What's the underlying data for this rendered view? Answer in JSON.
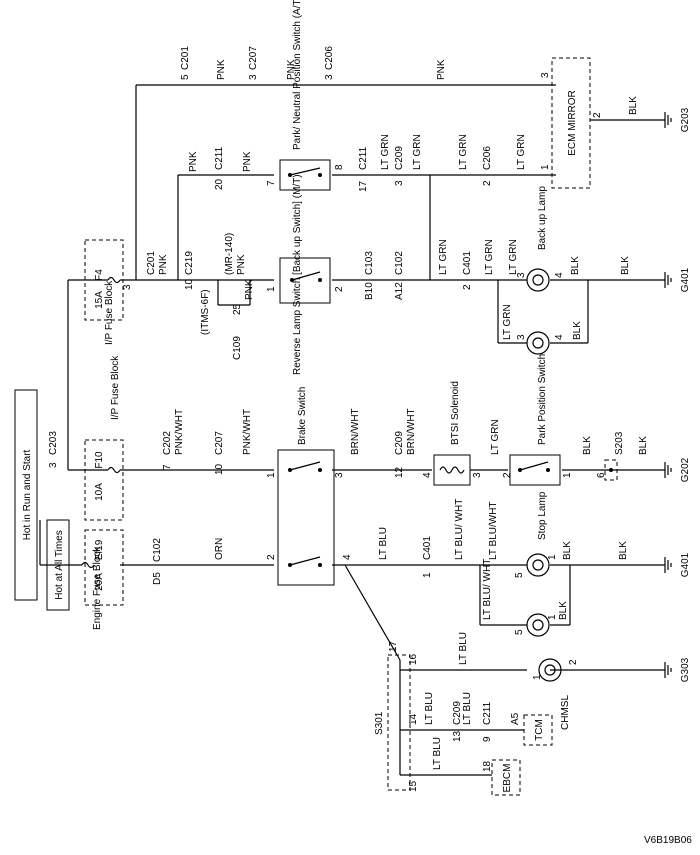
{
  "labels": {
    "hot_run": "Hot in Run and Start",
    "hot_all": "Hot at All Times",
    "ip_fuse_block_top": "I/P Fuse Block",
    "ip_fuse_block_mid": "I/P Fuse Block",
    "engine_fuse_block": "Engine Fuse Block",
    "fuse_f4": "F4",
    "fuse_15a": "15A",
    "fuse_f10": "F10",
    "fuse_10a": "10A",
    "fuse_ef19": "Ef19",
    "fuse_20a": "20A",
    "ecm_mirror": "ECM MIRROR",
    "park_neutral_switch": "Park/ Neutral Position Switch (A/T)",
    "reverse_lamp_switch": "Reverse Lamp Switch [Back up Switch] (M/T)",
    "back_up_lamp": "Back up Lamp",
    "brake_switch": "Brake Switch",
    "btsi_solenoid": "BTSI Solenoid",
    "park_position_switch": "Park Position Switch",
    "stop_lamp": "Stop Lamp",
    "chmsl": "CHMSL",
    "tcm": "TCM",
    "ebcm": "EBCM",
    "itms_6f": "(ITMS-6F)",
    "mr_140": "(MR-140)",
    "figure_code": "V6B19B06"
  },
  "wire_colors": {
    "pnk": "PNK",
    "blk": "BLK",
    "lt_grn": "LT GRN",
    "pnk_wht": "PNK/WHT",
    "brn_wht": "BRN/WHT",
    "orn": "ORN",
    "lt_blu": "LT BLU",
    "lt_blu_wht": "LT BLU/ WHT",
    "lt_blu_wht2": "LT BLU/WHT"
  },
  "connectors": {
    "c203_3": "3",
    "c203": "C203",
    "c201_5": "5",
    "c201": "C201",
    "c207_3": "3",
    "c207": "C207",
    "c206_3": "3",
    "c206": "C206",
    "ecm_pin3": "3",
    "ecm_pin2": "2",
    "ecm_pin1": "1",
    "c201b_3": "3",
    "c219_10": "10",
    "c219": "C219",
    "c211_20": "20",
    "c211": "C211",
    "pn_pin7": "7",
    "pn_pin8": "8",
    "c211b_17": "17",
    "c209_3": "3",
    "c209": "C209",
    "c206b_2": "2",
    "c109_25": "25",
    "c109": "C109",
    "rl_pin1": "1",
    "rl_pin2": "2",
    "c103_b10": "B10",
    "c103": "C103",
    "c102_a12": "A12",
    "c102": "C102",
    "c401_2": "2",
    "c401": "C401",
    "bul_pin3": "3",
    "bul_pin4": "4",
    "bul2_pin3": "3",
    "bul2_pin4": "4",
    "c203b_3": "3",
    "c202_7": "7",
    "c202": "C202",
    "c207b_10": "10",
    "c207b": "C207",
    "bs_pin1": "1",
    "bs_pin3": "3",
    "c209b_12": "12",
    "c209b": "C209",
    "btsi_pin4": "4",
    "btsi_pin3": "3",
    "pps_pin2": "2",
    "pps_pin1": "1",
    "s203_6": "6",
    "s203": "S203",
    "c102b_d5": "D5",
    "c102b": "C102",
    "bs_pin2": "2",
    "bs_pin4": "4",
    "c401b_1": "1",
    "c401b": "C401",
    "sl_pin5": "5",
    "sl_pin1": "1",
    "sl2_pin5": "5",
    "sl2_pin1": "1",
    "s301": "S301",
    "s301_17": "17",
    "s301_16": "16",
    "s301_14": "14",
    "s301_15": "15",
    "chmsl_pin1": "1",
    "chmsl_pin2": "2",
    "c209c_13": "13",
    "c209c": "C209",
    "c211c_9": "9",
    "c211c": "C211",
    "tcm_a5": "A5",
    "ebcm_18": "18"
  },
  "grounds": {
    "g203": "G203",
    "g401": "G401",
    "g202": "G202",
    "g401b": "G401",
    "g303": "G303"
  }
}
